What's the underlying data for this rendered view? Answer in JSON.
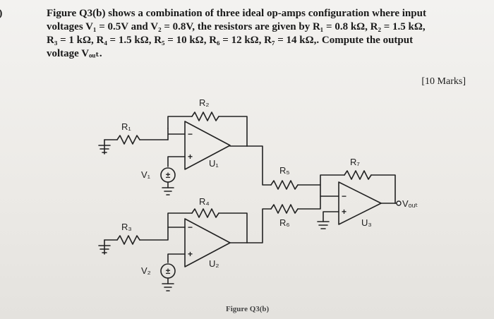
{
  "question": {
    "label": "b)",
    "line1": "Figure Q3(b) shows a combination of three ideal op-amps configuration where input",
    "line2": "voltages V₁ = 0.5V and V₂ = 0.8V, the resistors are given by R₁ = 0.8 kΩ, R₂ = 1.5 kΩ,",
    "line3": "R₃ = 1 kΩ, R₄ = 1.5 kΩ, R₅ = 10 kΩ, R₆ = 12 kΩ, R₇ = 14 kΩ,. Compute the output",
    "line4": "voltage Vₒᵤₜ.",
    "marks": "[10 Marks]"
  },
  "figure": {
    "caption": "Figure Q3(b)",
    "labels": {
      "R1": "R₁",
      "R2": "R₂",
      "R3": "R₃",
      "R4": "R₄",
      "R5": "R₅",
      "R6": "R₆",
      "R7": "R₇",
      "V1": "V₁",
      "V2": "V₂",
      "U1": "U₁",
      "U2": "U₂",
      "U3": "U₃",
      "VOUT": "Vₒᵤₜ"
    }
  }
}
